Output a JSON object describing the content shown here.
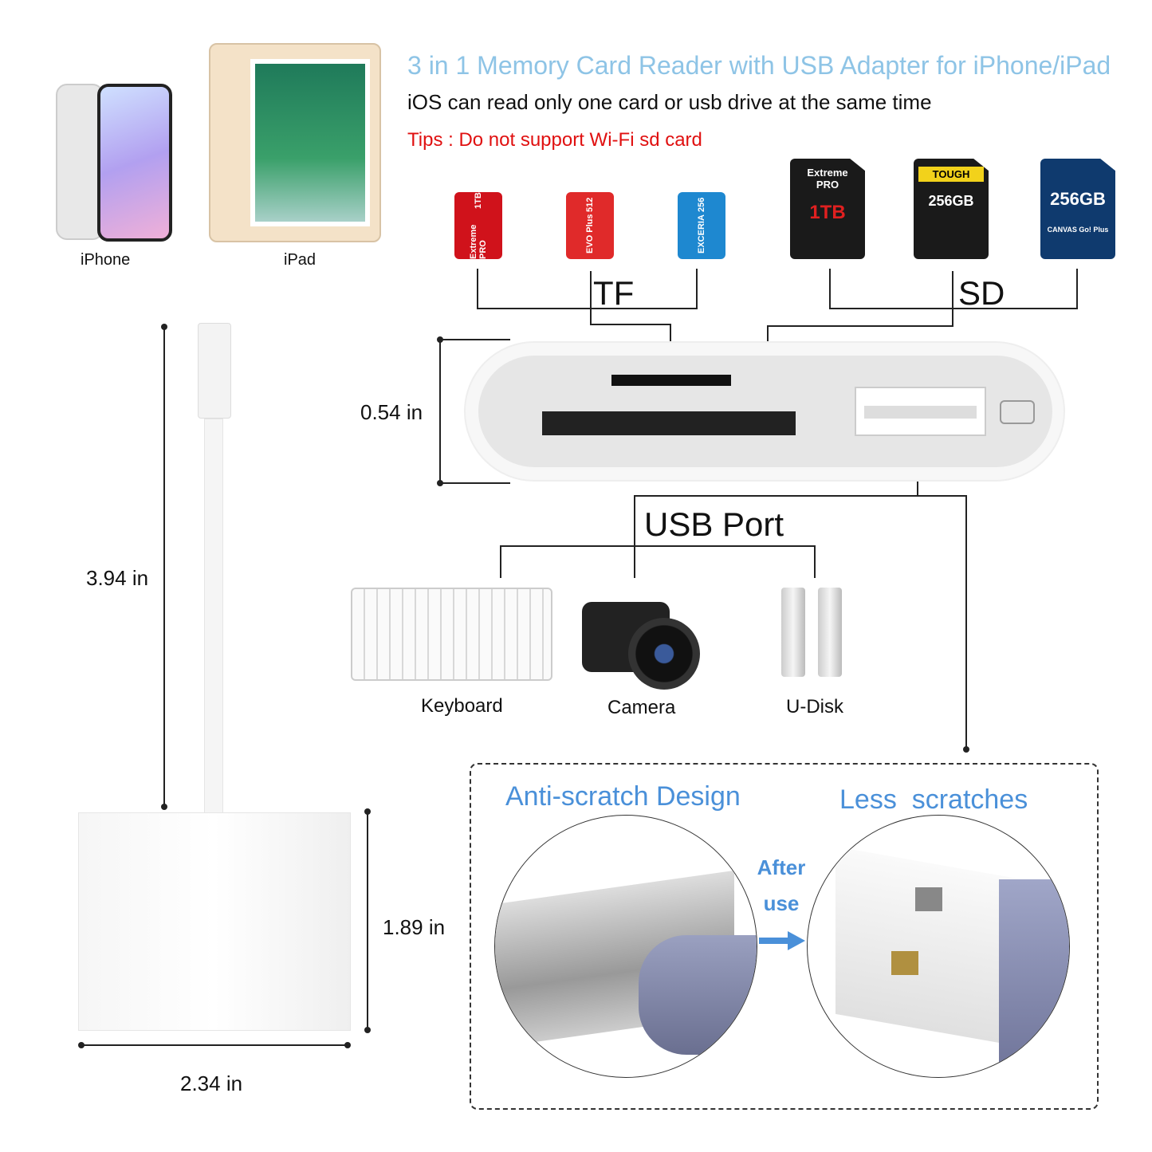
{
  "header": {
    "title": "3 in 1 Memory Card Reader with USB Adapter for iPhone/iPad",
    "subtitle": "iOS can read only one card or usb drive at the same time",
    "tips": "Tips : Do not support Wi-Fi sd card"
  },
  "devices": [
    {
      "label": "iPhone"
    },
    {
      "label": "iPad"
    }
  ],
  "cards": {
    "tf_label": "TF",
    "sd_label": "SD",
    "tf": [
      {
        "brand": "Extreme PRO",
        "capacity": "1TB",
        "color": "#d0121b"
      },
      {
        "brand": "EVO Plus",
        "capacity": "512",
        "color": "#e02a2a"
      },
      {
        "brand": "EXCERIA",
        "capacity": "256",
        "color": "#1e88d0"
      }
    ],
    "sd": [
      {
        "brand": "Extreme PRO",
        "capacity": "1TB"
      },
      {
        "brand": "TOUGH",
        "capacity": "256GB"
      },
      {
        "brand": "CANVAS Go! Plus",
        "capacity": "256GB"
      }
    ]
  },
  "dimensions": {
    "height": "0.54 in",
    "cable_length": "3.94 in",
    "body_height": "1.89 in",
    "body_width": "2.34 in"
  },
  "usb": {
    "label": "USB Port",
    "devices": [
      {
        "label": "Keyboard"
      },
      {
        "label": "Camera"
      },
      {
        "label": "U-Disk"
      }
    ]
  },
  "feature": {
    "left_title": "Anti-scratch Design",
    "right_title": "Less  scratches",
    "after_line1": "After",
    "after_line2": "use",
    "accent": "#4a90d9"
  }
}
